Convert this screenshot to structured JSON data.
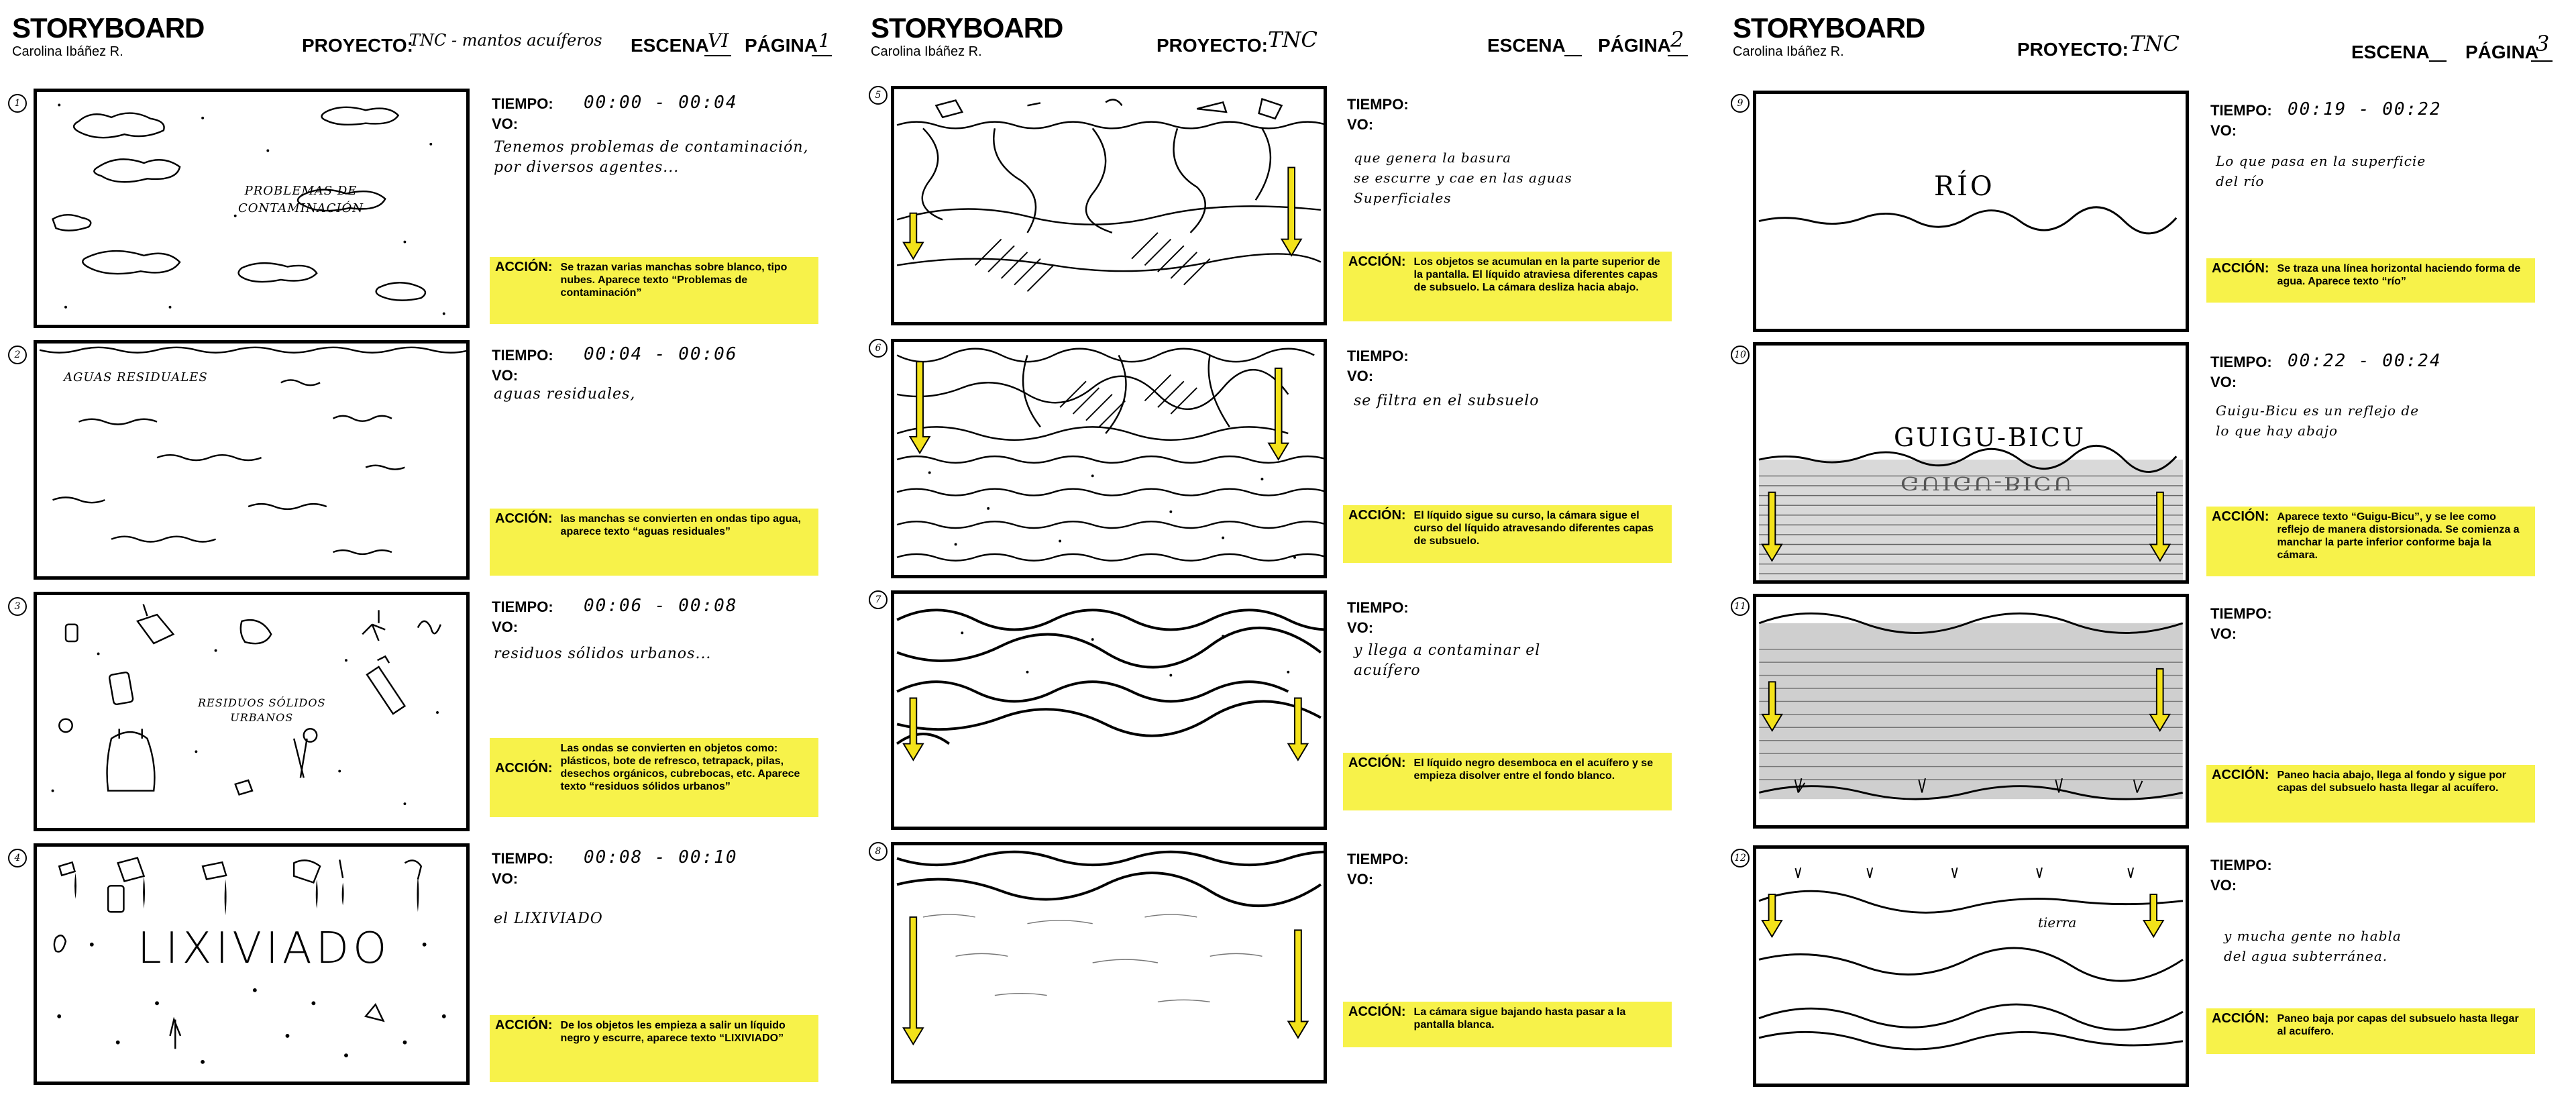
{
  "sheets": [
    {
      "title": "STORYBOARD",
      "author": "Carolina Ibáñez R.",
      "proyecto_label": "PROYECTO:",
      "proyecto_value": "TNC - mantos acuíferos",
      "escena_label": "ESCENA",
      "escena_value": "VI",
      "pagina_label": "PÁGINA",
      "pagina_value": "1",
      "panels": [
        {
          "num": "1",
          "tiempo_label": "TIEMPO:",
          "tiempo": "00:00 - 00:04",
          "vo_label": "VO:",
          "vo": "Tenemos problemas de contaminación,\npor diversos agentes...",
          "accion_label": "ACCIÓN:",
          "accion": "Se trazan varias manchas sobre blanco, tipo nubes. Aparece texto “Problemas de contaminación”",
          "frame_text": "PROBLEMAS DE\nCONTAMINACIÓN"
        },
        {
          "num": "2",
          "tiempo_label": "TIEMPO:",
          "tiempo": "00:04 - 00:06",
          "vo_label": "VO:",
          "vo": "aguas residuales,",
          "accion_label": "ACCIÓN:",
          "accion": "las manchas se convierten en ondas tipo agua, aparece texto “aguas residuales”",
          "frame_text": "AGUAS RESIDUALES"
        },
        {
          "num": "3",
          "tiempo_label": "TIEMPO:",
          "tiempo": "00:06 - 00:08",
          "vo_label": "VO:",
          "vo": "residuos sólidos urbanos...",
          "accion_label": "ACCIÓN:",
          "accion": "Las ondas se convierten en objetos como: plásticos, bote de refresco, tetrapack, pilas, desechos orgánicos, cubrebocas, etc. Aparece texto “residuos sólidos urbanos”",
          "frame_text": "RESIDUOS SÓLIDOS\nURBANOS"
        },
        {
          "num": "4",
          "tiempo_label": "TIEMPO:",
          "tiempo": "00:08 - 00:10",
          "vo_label": "VO:",
          "vo": "el LIXIVIADO",
          "accion_label": "ACCIÓN:",
          "accion": "De los objetos les empieza a salir un líquido negro y escurre, aparece texto “LIXIVIADO”",
          "frame_text": "LIXIVIADO"
        }
      ]
    },
    {
      "title": "STORYBOARD",
      "author": "Carolina Ibáñez R.",
      "proyecto_label": "PROYECTO:",
      "proyecto_value": "TNC",
      "escena_label": "ESCENA",
      "escena_value": "",
      "pagina_label": "PÁGINA",
      "pagina_value": "2",
      "panels": [
        {
          "num": "5",
          "tiempo_label": "TIEMPO:",
          "tiempo": "",
          "vo_label": "VO:",
          "vo": "que genera la basura\nse escurre y cae en las aguas\nSuperficiales",
          "accion_label": "ACCIÓN:",
          "accion": "Los objetos se acumulan en la parte superior de la pantalla. El líquido atraviesa diferentes capas de subsuelo. La cámara desliza hacia abajo.",
          "frame_text": ""
        },
        {
          "num": "6",
          "tiempo_label": "TIEMPO:",
          "tiempo": "",
          "vo_label": "VO:",
          "vo": "se filtra en el subsuelo",
          "accion_label": "ACCIÓN:",
          "accion": "El líquido sigue su curso, la cámara sigue el curso del líquido atravesando diferentes capas de subsuelo.",
          "frame_text": ""
        },
        {
          "num": "7",
          "tiempo_label": "TIEMPO:",
          "tiempo": "",
          "vo_label": "VO:",
          "vo": "y llega a contaminar el\nacuífero",
          "accion_label": "ACCIÓN:",
          "accion": "El líquido negro desemboca en el acuífero y se empieza disolver entre el fondo blanco.",
          "frame_text": ""
        },
        {
          "num": "8",
          "tiempo_label": "TIEMPO:",
          "tiempo": "",
          "vo_label": "VO:",
          "vo": "",
          "accion_label": "ACCIÓN:",
          "accion": "La cámara sigue bajando hasta pasar a la pantalla blanca.",
          "frame_text": ""
        }
      ]
    },
    {
      "title": "STORYBOARD",
      "author": "Carolina Ibáñez R.",
      "proyecto_label": "PROYECTO:",
      "proyecto_value": "TNC",
      "escena_label": "ESCENA",
      "escena_value": "",
      "pagina_label": "PÁGINA",
      "pagina_value": "3",
      "panels": [
        {
          "num": "9",
          "tiempo_label": "TIEMPO:",
          "tiempo": "00:19 - 00:22",
          "vo_label": "VO:",
          "vo": "Lo que pasa en la superficie\ndel río",
          "accion_label": "ACCIÓN:",
          "accion": "Se traza una línea horizontal haciendo forma de agua. Aparece texto “río”",
          "frame_text": "RÍO"
        },
        {
          "num": "10",
          "tiempo_label": "TIEMPO:",
          "tiempo": "00:22 - 00:24",
          "vo_label": "VO:",
          "vo": "Guigu-Bicu es un reflejo de\nlo que hay abajo",
          "accion_label": "ACCIÓN:",
          "accion": "Aparece texto “Guigu-Bicu”, y se lee como reflejo de manera distorsionada. Se comienza a manchar la parte inferior conforme baja la cámara.",
          "frame_text": "GUIGU-BICU"
        },
        {
          "num": "11",
          "tiempo_label": "TIEMPO:",
          "tiempo": "",
          "vo_label": "VO:",
          "vo": "",
          "accion_label": "ACCIÓN:",
          "accion": "Paneo hacia abajo, llega al fondo y sigue por capas del subsuelo hasta llegar al acuífero.",
          "frame_text": ""
        },
        {
          "num": "12",
          "tiempo_label": "TIEMPO:",
          "tiempo": "",
          "vo_label": "VO:",
          "vo": "y mucha gente no habla\ndel agua subterránea.",
          "accion_label": "ACCIÓN:",
          "accion": "Paneo baja por capas del subsuelo hasta llegar al acuífero.",
          "frame_text": "tierra"
        }
      ]
    }
  ],
  "colors": {
    "highlight": "#f7f24a",
    "ink": "#000000",
    "arrow": "#f3e21a"
  }
}
